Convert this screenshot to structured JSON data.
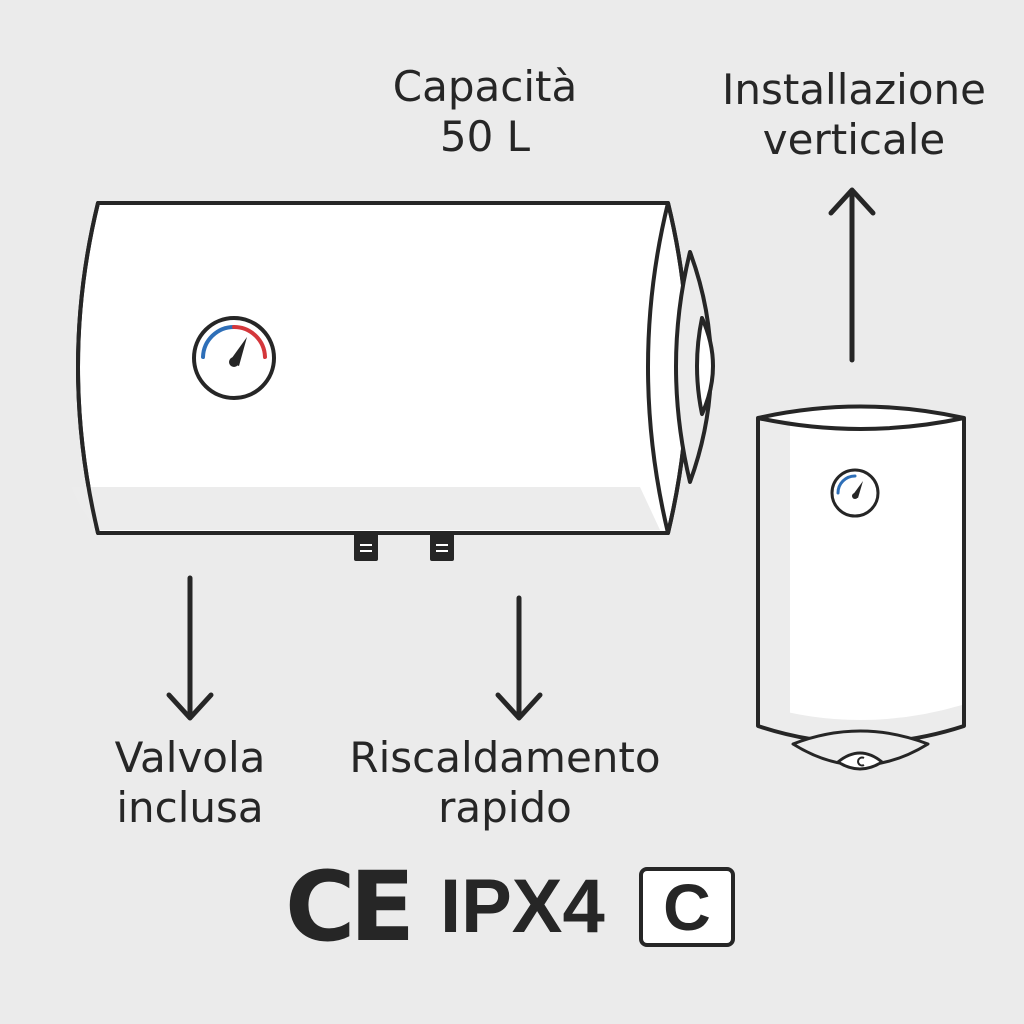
{
  "features": {
    "capacity": {
      "line1": "Capacità",
      "line2": "50 L"
    },
    "vertical_install": {
      "line1": "Installazione",
      "line2": "verticale"
    },
    "valve": {
      "line1": "Valvola",
      "line2": "inclusa"
    },
    "fast_heating": {
      "line1": "Riscaldamento",
      "line2": "rapido"
    }
  },
  "certifications": {
    "ce": "CE",
    "ip_rating": "IPX4",
    "energy_class": "C"
  },
  "icons": {
    "horizontal_heater": "water-heater-horizontal-icon",
    "vertical_heater": "water-heater-vertical-icon",
    "gauge": "thermometer-gauge-icon",
    "arrow": "arrow-icon"
  },
  "colors": {
    "background": "#ebebeb",
    "outline": "#262626",
    "body": "#ffffff",
    "shade": "#ececec",
    "gauge_cold": "#2e6fb8",
    "gauge_hot": "#d4373b"
  }
}
